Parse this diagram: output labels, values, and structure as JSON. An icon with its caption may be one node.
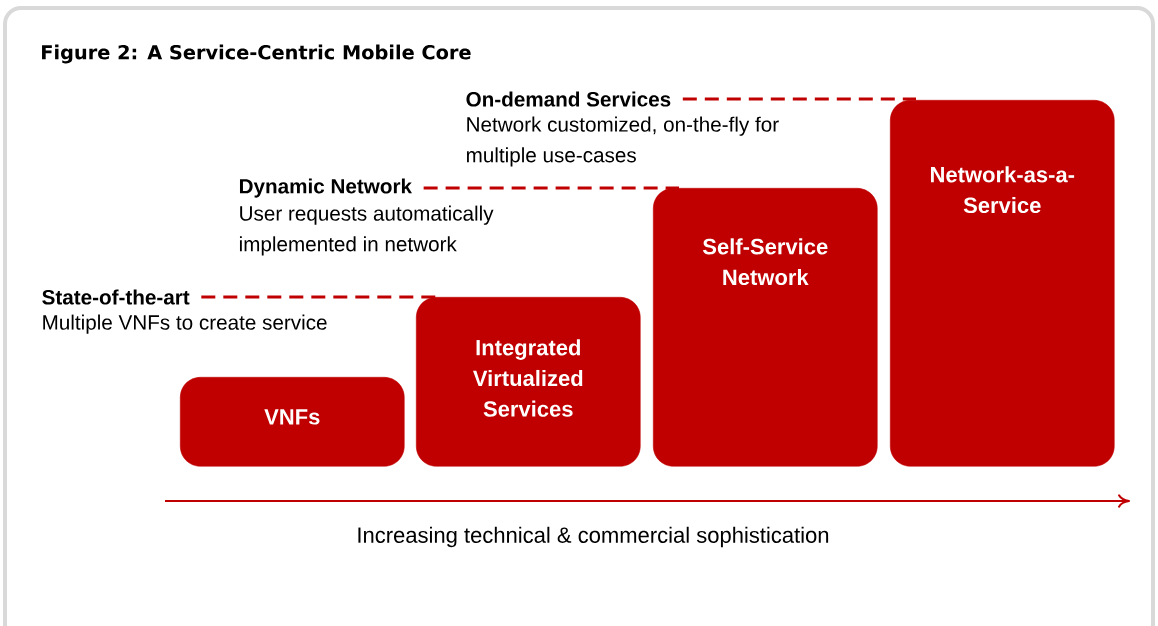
{
  "diagram": {
    "title": "Figure 2: A Service-Centric Mobile Core",
    "nodes": [
      {
        "text": [
          "VNFs"
        ]
      },
      {
        "text": [
          "Integrated Virtualized Services"
        ]
      },
      {
        "text": [
          "Self-Service Network"
        ]
      },
      {
        "text": [
          "Network-as-a-Service"
        ]
      },
      {
        "text": [
          "State-of-the-art",
          "Multiple VNFs to create service"
        ]
      },
      {
        "text": [
          "Dynamic Network",
          "User requests automatically implemented in network"
        ]
      },
      {
        "text": [
          "On-demand Services",
          "Network customized, on-the-fly for multiple use-cases"
        ]
      }
    ],
    "edges": [
      {
        "from": 4,
        "to": 1,
        "arrow": "none",
        "style": "dashed"
      },
      {
        "from": 5,
        "to": 2,
        "arrow": "none",
        "style": "dashed"
      },
      {
        "from": 6,
        "to": 3,
        "arrow": "none",
        "style": "dashed"
      }
    ],
    "labels": [
      "Increasing technical & commercial sophistication"
    ]
  }
}
